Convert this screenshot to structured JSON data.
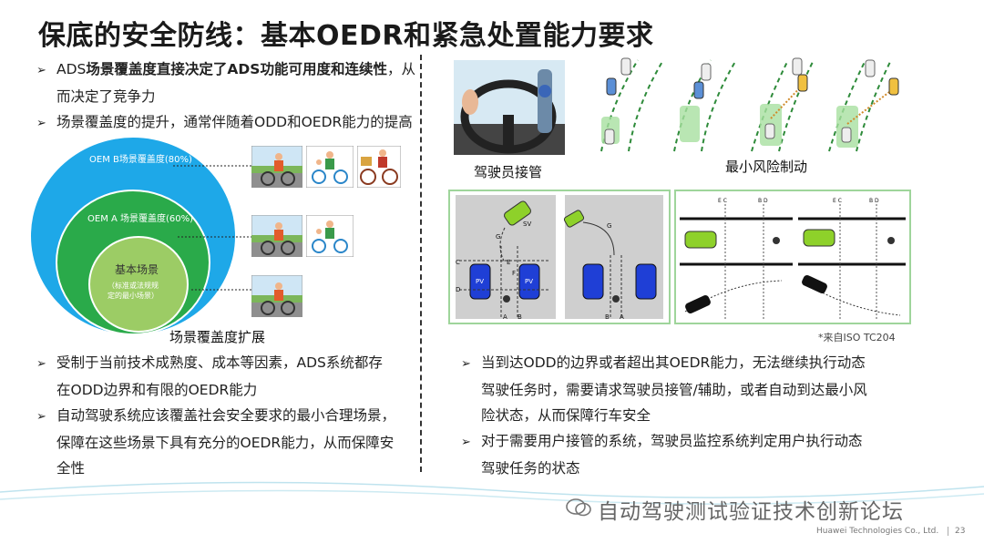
{
  "title": "保底的安全防线：基本OEDR和紧急处置能力要求",
  "left_top_bullets": {
    "b1_line1_pre": "ADS",
    "b1_line1_bold1": "场景覆盖度直接决定了",
    "b1_line1_bold2": "ADS",
    "b1_line1_bold3": "功能可用度和连续性",
    "b1_line1_post": "，从",
    "b1_line2": "而决定了竞争力",
    "b2_line1": "场景覆盖度的提升，通常伴随着ODD和OEDR能力的提高"
  },
  "venn": {
    "outer_label": "OEM B场景覆盖度(80%)",
    "middle_label": "OEM A 场景覆盖度(60%)",
    "inner_label": "基本场景",
    "inner_sublabel1": "（标准或法规规",
    "inner_sublabel2": "定的最小场景）",
    "caption": "场景覆盖度扩展"
  },
  "left_bottom_bullets": {
    "b1_line1": "受制于当前技术成熟度、成本等因素，ADS系统都存",
    "b1_line2": "在ODD边界和有限的OEDR能力",
    "b2_line1": "自动驾驶系统应该覆盖社会安全要求的最小合理场景，",
    "b2_line2": "保障在这些场景下具有充分的OEDR能力，从而保障安",
    "b2_line3": "全性"
  },
  "right_top": {
    "driver_takeover_caption": "驾驶员接管",
    "mrm_caption": "最小风险制动",
    "source_note": "*来自ISO TC204",
    "diagram_sv": "SV",
    "diagram_pv": "PV",
    "letters_g": "G",
    "letters_c": "C",
    "letters_d": "D",
    "letters_e": "E",
    "letters_f": "F",
    "letters_a": "A",
    "letters_b": "B",
    "letters_bd": "B  D",
    "letters_ec": "E  C"
  },
  "right_bottom_bullets": {
    "b1_line1": "当到达ODD的边界或者超出其OEDR能力，无法继续执行动态",
    "b1_line2": "驾驶任务时，需要请求驾驶员接管/辅助，或者自动到达最小风",
    "b1_line3": "险状态，从而保障行车安全",
    "b2_line1": "对于需要用户接管的系统，驾驶员监控系统判定用户执行动态",
    "b2_line2": "驾驶任务的状态"
  },
  "bullet_glyph": "➢",
  "watermark": "自动驾驶测试验证技术创新论坛",
  "footer": "Huawei Technologies Co., Ltd.",
  "page_number": "23",
  "colors": {
    "outer_circle": "#1ea8e8",
    "middle_circle": "#2aaa4a",
    "inner_circle": "#9ccc65",
    "panel_border": "#9fd59b",
    "car_green": "#8ed12a",
    "car_blue": "#1f3fd6"
  }
}
